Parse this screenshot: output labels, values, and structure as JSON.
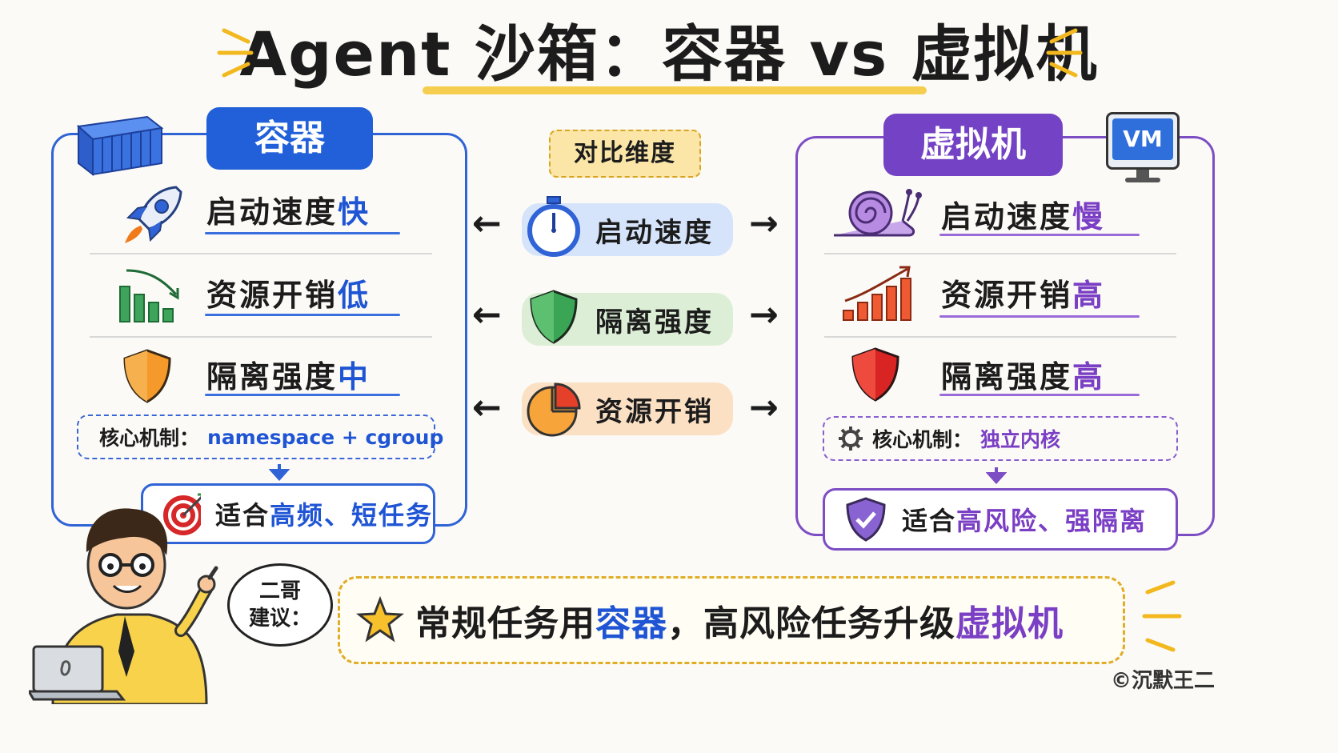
{
  "title": "Agent 沙箱：容器 vs 虚拟机",
  "left": {
    "tag": "容器",
    "rows": [
      {
        "label": "启动速度",
        "value": "快"
      },
      {
        "label": "资源开销",
        "value": "低"
      },
      {
        "label": "隔离强度",
        "value": "中"
      }
    ],
    "mechanism_label": "核心机制：",
    "mechanism_value": "namespace + cgroup",
    "fit_prefix": "适合",
    "fit_value": "高频、短任务"
  },
  "right": {
    "tag": "虚拟机",
    "monitor_text": "VM",
    "rows": [
      {
        "label": "启动速度",
        "value": "慢"
      },
      {
        "label": "资源开销",
        "value": "高"
      },
      {
        "label": "隔离强度",
        "value": "高"
      }
    ],
    "mechanism_label": "核心机制：",
    "mechanism_value": "独立内核",
    "fit_prefix": "适合",
    "fit_value": "高风险、强隔离"
  },
  "middle": {
    "header": "对比维度",
    "items": [
      "启动速度",
      "隔离强度",
      "资源开销"
    ],
    "arrow_left": "←",
    "arrow_right": "→"
  },
  "advice": {
    "bubble_line1": "二哥",
    "bubble_line2": "建议：",
    "part1": "常规任务用",
    "part2": "容器",
    "part3": "，高风险任务升级",
    "part4": "虚拟机"
  },
  "copyright": "©沉默王二",
  "colors": {
    "container_blue": "#2160d8",
    "vm_purple": "#7442c4",
    "highlight_yellow": "#f3c431"
  },
  "icons": {
    "container": "shipping-container-icon",
    "monitor": "monitor-icon",
    "rocket": "rocket-icon",
    "bars_down": "bar-chart-down-icon",
    "shield_orange": "shield-icon",
    "snail": "snail-icon",
    "bars_up": "bar-chart-up-icon",
    "shield_red": "shield-icon",
    "stopwatch": "stopwatch-icon",
    "shield_green": "shield-icon",
    "pie": "pie-chart-icon",
    "gear": "gear-icon",
    "target": "target-icon",
    "check_shield": "shield-check-icon",
    "star": "star-icon"
  }
}
